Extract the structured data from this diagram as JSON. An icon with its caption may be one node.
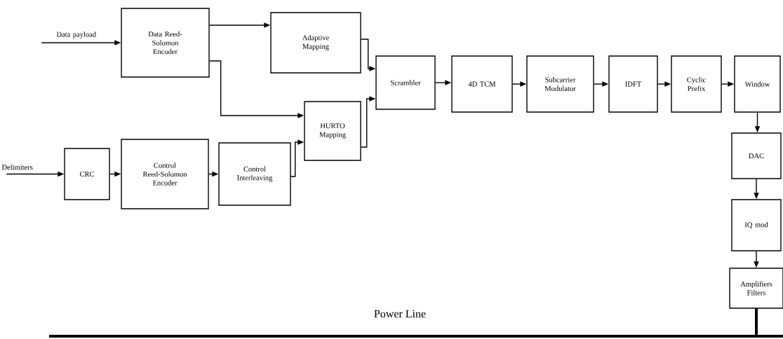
{
  "diagram": {
    "nodes": [
      {
        "text": [
          "Data Reed-Solomon Encoder"
        ]
      },
      {
        "text": [
          "Adaptive Mapping"
        ]
      },
      {
        "text": [
          "HURTO Mapping"
        ]
      },
      {
        "text": [
          "Scrambler"
        ]
      },
      {
        "text": [
          "4D TCM"
        ]
      },
      {
        "text": [
          "Subcarrier Modulator"
        ]
      },
      {
        "text": [
          "IDFT"
        ]
      },
      {
        "text": [
          "Cyclic Prefix"
        ]
      },
      {
        "text": [
          "Window"
        ]
      },
      {
        "text": [
          "DAC"
        ]
      },
      {
        "text": [
          "IQ mod"
        ]
      },
      {
        "text": [
          "Amplifiers Filters"
        ]
      },
      {
        "text": [
          "CRC"
        ]
      },
      {
        "text": [
          "Control Reed-Solomon Encoder"
        ]
      },
      {
        "text": [
          "Control Interleaving"
        ]
      },
      {
        "text": [],
        "shape": "bar"
      }
    ],
    "edges": [
      {
        "from": null,
        "to": 0,
        "arrow": "to",
        "label": "Data payload"
      },
      {
        "from": 0,
        "to": 1,
        "arrow": "to"
      },
      {
        "from": 0,
        "to": 2,
        "arrow": "to"
      },
      {
        "from": 1,
        "to": 3,
        "arrow": "to"
      },
      {
        "from": 2,
        "to": 3,
        "arrow": "to"
      },
      {
        "from": 3,
        "to": 4,
        "arrow": "to"
      },
      {
        "from": 4,
        "to": 5,
        "arrow": "to"
      },
      {
        "from": 5,
        "to": 6,
        "arrow": "to"
      },
      {
        "from": 6,
        "to": 7,
        "arrow": "to"
      },
      {
        "from": 7,
        "to": 8,
        "arrow": "to"
      },
      {
        "from": 8,
        "to": 9,
        "arrow": "to"
      },
      {
        "from": 9,
        "to": 10,
        "arrow": "to"
      },
      {
        "from": 10,
        "to": 11,
        "arrow": "to"
      },
      {
        "from": 11,
        "to": 15,
        "arrow": "none",
        "style": "thick"
      },
      {
        "from": null,
        "to": 12,
        "arrow": "to",
        "label": "Delimiters"
      },
      {
        "from": 12,
        "to": 13,
        "arrow": "to"
      },
      {
        "from": 13,
        "to": 14,
        "arrow": "to"
      },
      {
        "from": 14,
        "to": 2,
        "arrow": "to"
      }
    ],
    "labels": [
      "Power Line"
    ]
  }
}
